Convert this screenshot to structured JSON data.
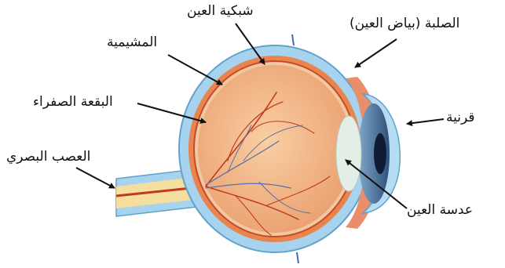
{
  "labels": {
    "retina": "شبكية العين",
    "choroid": "المشيمية",
    "macula": "البقعة الصفراء",
    "optic_nerve": "العصب البصري",
    "sclera": "الصلبة (بياض العين)",
    "cornea": "قرنية",
    "lens": "عدسة العين"
  },
  "colors": {
    "sclera": "#a8d3ee",
    "choroid": "#e8854f",
    "retina_line": "#c94a2a",
    "vitreous": "#f4b98c",
    "nerve_outer": "#a8d3ee",
    "nerve_inner": "#f5dfa0",
    "vessel": "#c23a1e",
    "vein": "#5b6fa8",
    "lens": "#e3efe6",
    "cornea": "#b6dcf2",
    "iris": "#3d5f86",
    "pupil": "#0f1c33",
    "leader": "#111111"
  }
}
